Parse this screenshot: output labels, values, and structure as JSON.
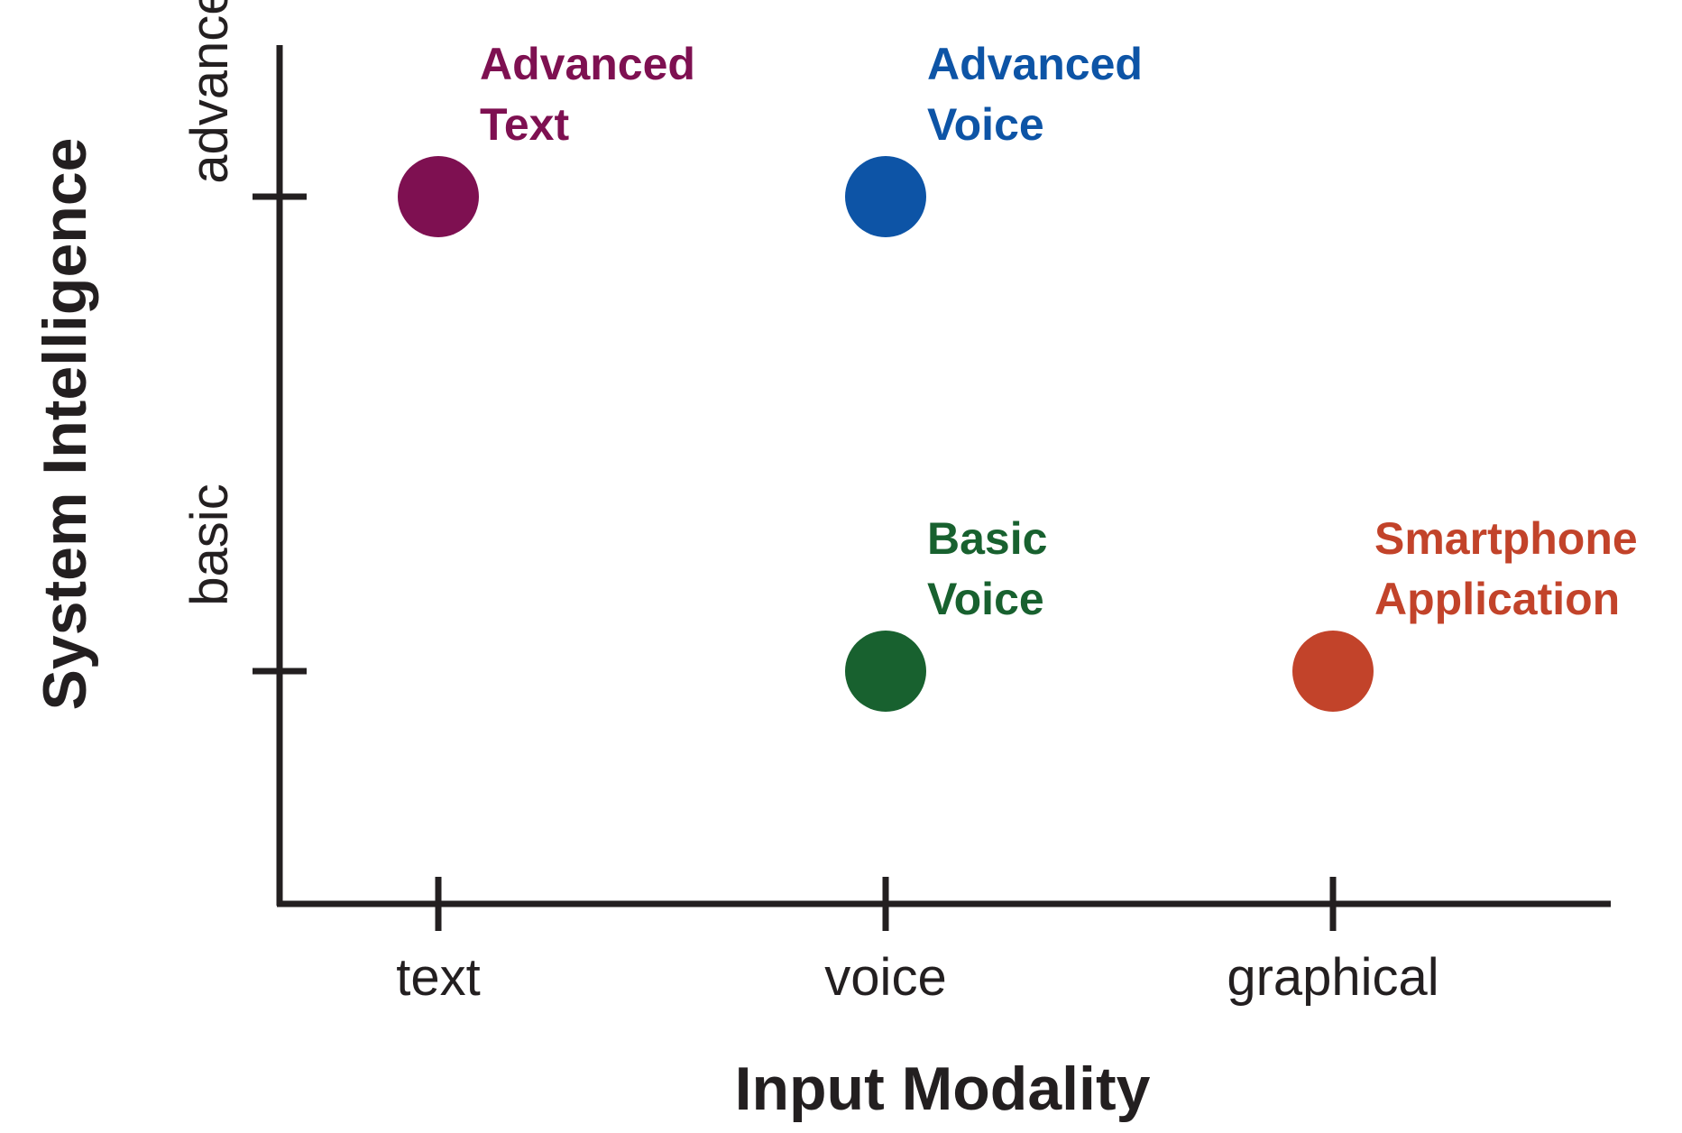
{
  "chart_data": {
    "type": "scatter",
    "xlabel": "Input Modality",
    "ylabel": "System Intelligence",
    "x_categories": [
      "text",
      "voice",
      "graphical"
    ],
    "y_categories": [
      "basic",
      "advanced"
    ],
    "grid": false,
    "legend": "none",
    "points": [
      {
        "x": "text",
        "y": "advanced",
        "label": [
          "Advanced",
          "Text"
        ],
        "color": "#7e1051"
      },
      {
        "x": "voice",
        "y": "advanced",
        "label": [
          "Advanced",
          "Voice"
        ],
        "color": "#0d54a6"
      },
      {
        "x": "voice",
        "y": "basic",
        "label": [
          "Basic",
          "Voice"
        ],
        "color": "#18612f"
      },
      {
        "x": "graphical",
        "y": "basic",
        "label": [
          "Smartphone",
          "Application"
        ],
        "color": "#c2432a"
      }
    ]
  }
}
